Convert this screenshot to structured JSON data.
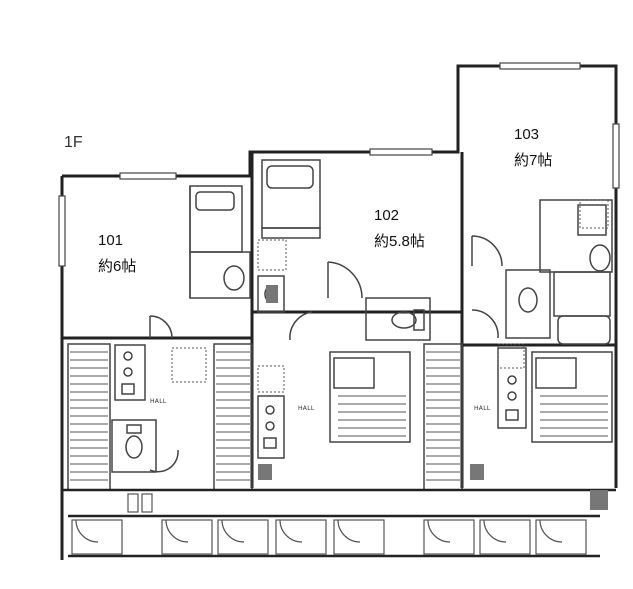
{
  "floor_label": "1F",
  "units": [
    {
      "number": "101",
      "area": "約6帖"
    },
    {
      "number": "102",
      "area": "約5.8帖"
    },
    {
      "number": "103",
      "area": "約7帖"
    }
  ],
  "hall_label": "HALL"
}
